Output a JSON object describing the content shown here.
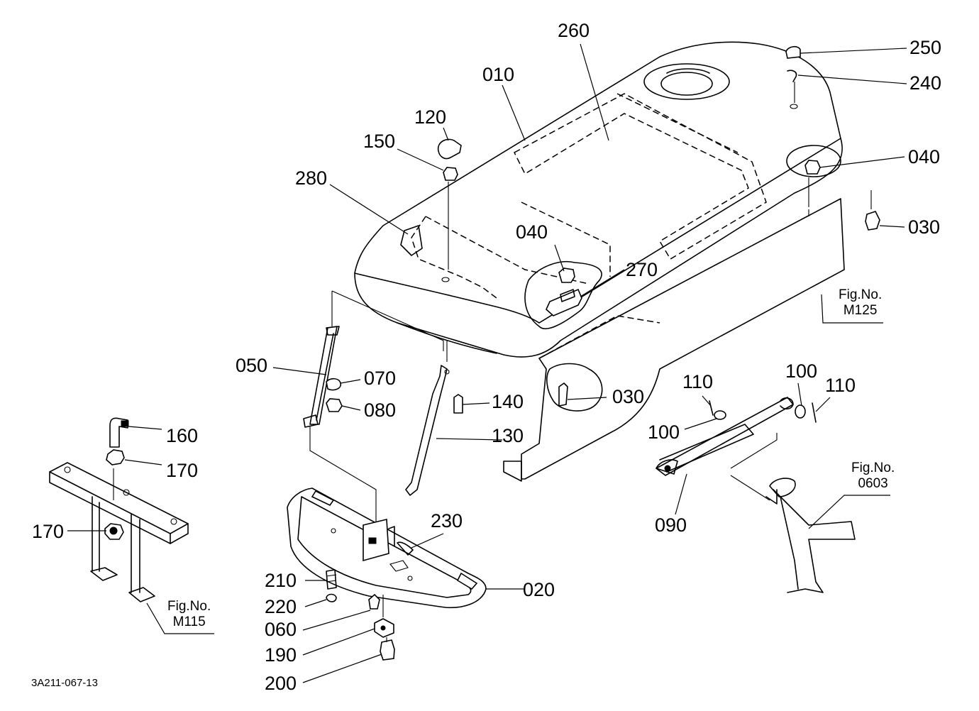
{
  "diagram": {
    "drawing_code": "3A211-067-13",
    "part_labels": {
      "p260": "260",
      "p250": "250",
      "p240": "240",
      "p010": "010",
      "p120": "120",
      "p150": "150",
      "p040a": "040",
      "p280": "280",
      "p030a": "030",
      "p040b": "040",
      "p270": "270",
      "p050": "050",
      "p070": "070",
      "p080": "080",
      "p140": "140",
      "p030b": "030",
      "p110a": "110",
      "p100a": "100",
      "p110b": "110",
      "p100b": "100",
      "p160": "160",
      "p170a": "170",
      "p130": "130",
      "p230": "230",
      "p090": "090",
      "p170b": "170",
      "p210": "210",
      "p020": "020",
      "p220": "220",
      "p060": "060",
      "p190": "190",
      "p200": "200"
    },
    "fig_refs": {
      "m125": {
        "line1": "Fig.No.",
        "line2": "M125"
      },
      "p0603": {
        "line1": "Fig.No.",
        "line2": "0603"
      },
      "m115": {
        "line1": "Fig.No.",
        "line2": "M115"
      }
    }
  }
}
